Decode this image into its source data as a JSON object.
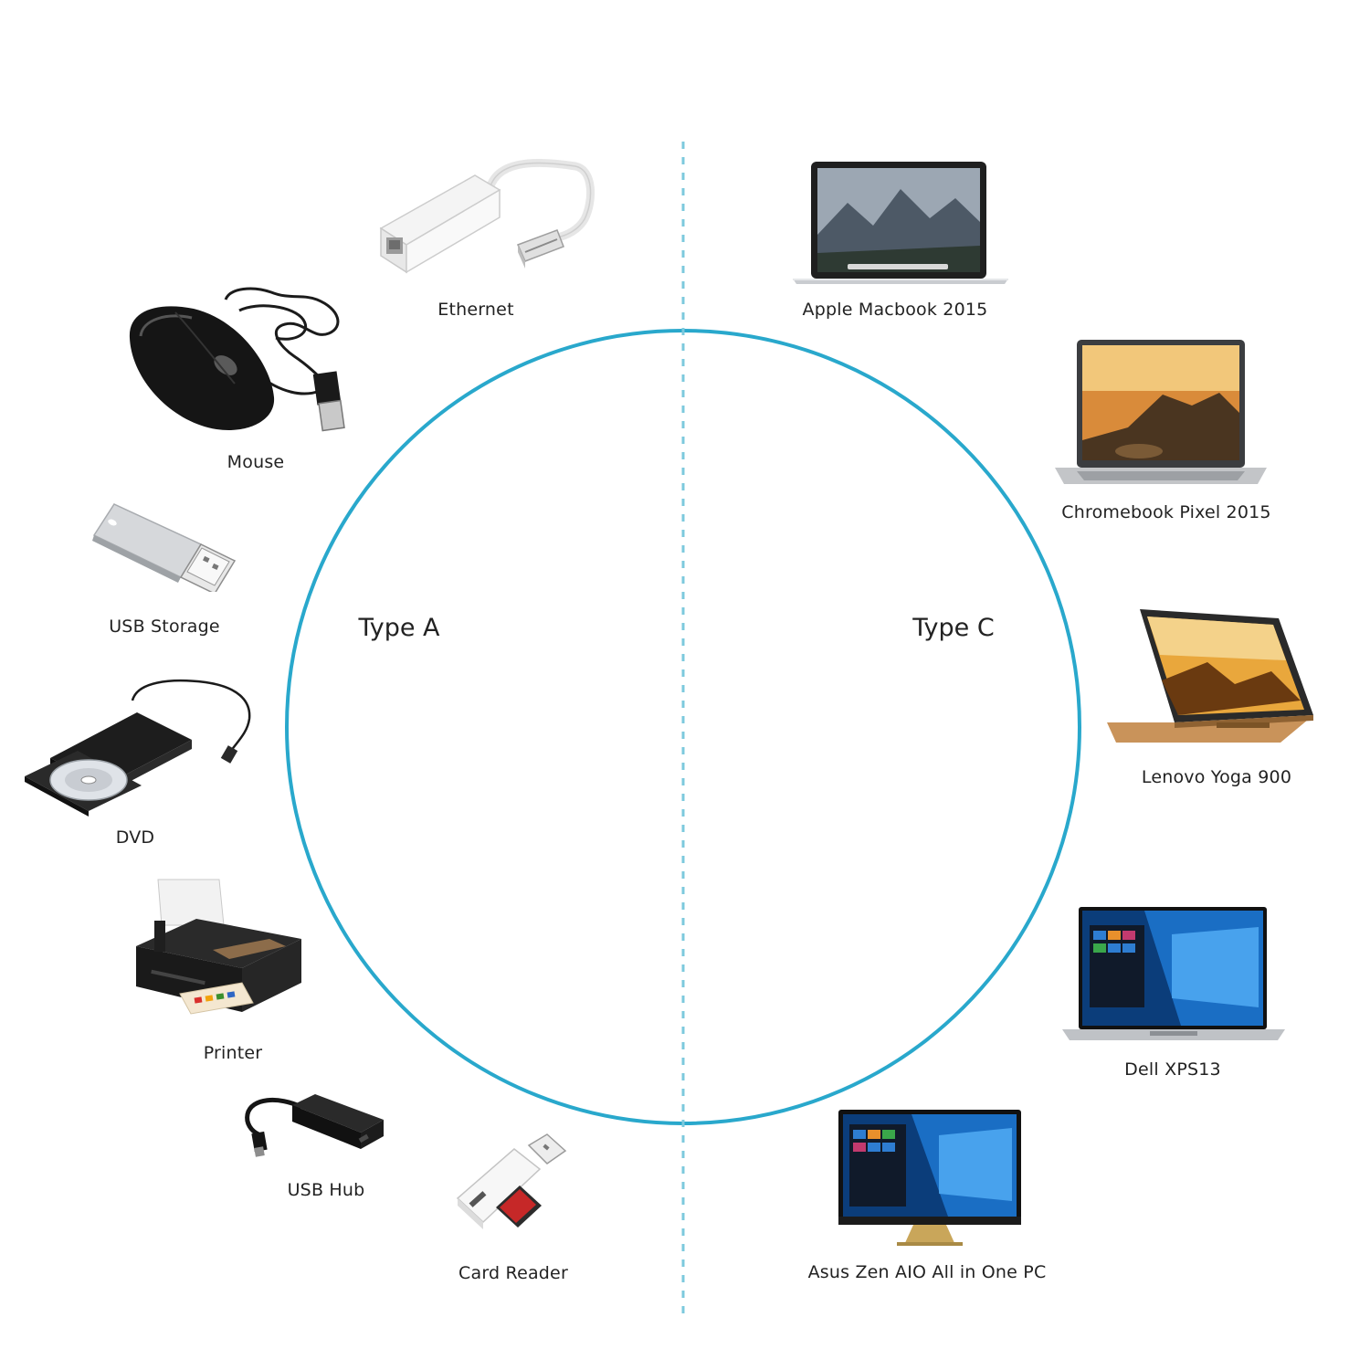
{
  "side_labels": {
    "left": "Type A",
    "right": "Type C"
  },
  "colors": {
    "ring": "#29a8cc",
    "divider": "#7cc9dd"
  },
  "left_devices": [
    {
      "label": "Ethernet",
      "icon": "ethernet-adapter-icon"
    },
    {
      "label": "Mouse",
      "icon": "mouse-icon"
    },
    {
      "label": "USB Storage",
      "icon": "usb-storage-icon"
    },
    {
      "label": "DVD",
      "icon": "dvd-drive-icon"
    },
    {
      "label": "Printer",
      "icon": "printer-icon"
    },
    {
      "label": "USB Hub",
      "icon": "usb-hub-icon"
    },
    {
      "label": "Card Reader",
      "icon": "card-reader-icon"
    }
  ],
  "right_devices": [
    {
      "label": "Apple Macbook 2015",
      "icon": "laptop-icon"
    },
    {
      "label": "Chromebook Pixel 2015",
      "icon": "laptop-icon"
    },
    {
      "label": "Lenovo Yoga 900",
      "icon": "convertible-laptop-icon"
    },
    {
      "label": "Dell XPS13",
      "icon": "laptop-icon"
    },
    {
      "label": "Asus Zen AIO All in One PC",
      "icon": "all-in-one-pc-icon"
    }
  ]
}
